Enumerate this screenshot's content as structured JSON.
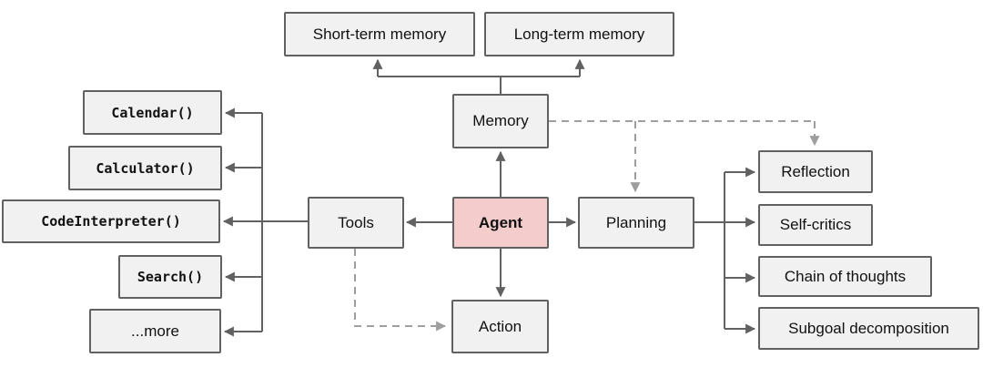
{
  "diagram": {
    "nodes": {
      "agent": "Agent",
      "memory": "Memory",
      "tools": "Tools",
      "planning": "Planning",
      "action": "Action",
      "short_term_memory": "Short-term memory",
      "long_term_memory": "Long-term memory",
      "calendar": "Calendar()",
      "calculator": "Calculator()",
      "code_interpreter": "CodeInterpreter()",
      "search": "Search()",
      "more": "...more",
      "reflection": "Reflection",
      "self_critics": "Self-critics",
      "chain_of_thoughts": "Chain of thoughts",
      "subgoal_decomposition": "Subgoal decomposition"
    },
    "colors": {
      "agent_fill": "#f4cccc",
      "node_fill": "#f1f1f1",
      "node_border": "#616161",
      "solid_connector": "#616161",
      "dashed_connector": "#9e9e9e",
      "background": "#ffffff"
    }
  }
}
